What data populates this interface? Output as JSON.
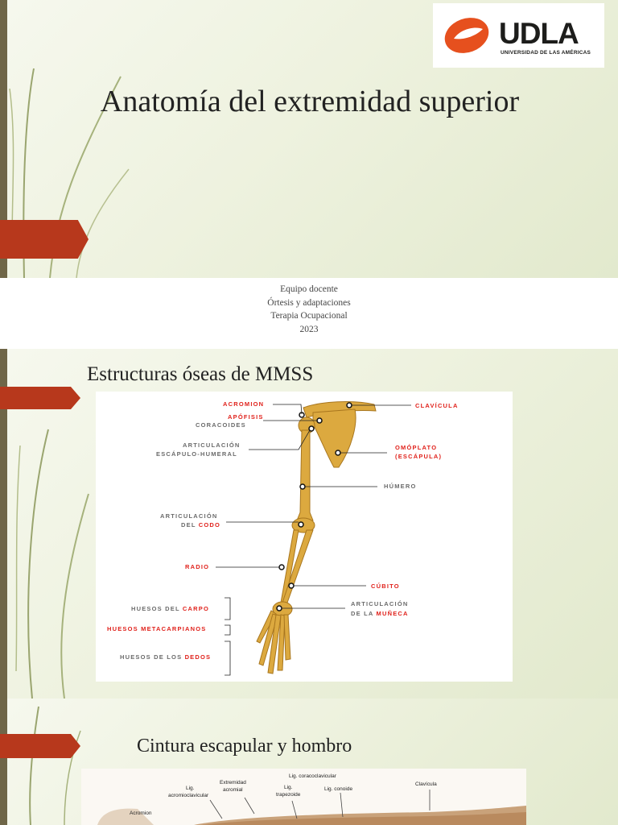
{
  "slide1": {
    "title": "Anatomía del extremidad superior",
    "logo": {
      "text": "UDLA",
      "subtitle": "UNIVERSIDAD DE LAS AMÉRICAS",
      "brand_color": "#e6501e"
    },
    "credits": [
      "Equipo docente",
      "Órtesis y adaptaciones",
      "Terapia Ocupacional",
      "2023"
    ]
  },
  "slide2": {
    "title": "Estructuras óseas de MMSS",
    "labels": {
      "acromion": "ACROMION",
      "apofisis": "APÓFISIS",
      "coracoides": "CORACOIDES",
      "artic_esc_1": "ARTICULACIÓN",
      "artic_esc_2": "ESCÁPULO-HUMERAL",
      "artic_codo_1": "ARTICULACIÓN",
      "artic_codo_del": "DEL ",
      "artic_codo_red": "CODO",
      "radio": "RADIO",
      "carpo_pre": "HUESOS DEL ",
      "carpo_red": "CARPO",
      "metacarpianos": "HUESOS METACARPIANOS",
      "dedos_pre": "HUESOS DE LOS ",
      "dedos_red": "DEDOS",
      "clavicula": "CLAVÍCULA",
      "omoplato_1": "OMÓPLATO",
      "omoplato_2": "(ESCÁPULA)",
      "humero": "HÚMERO",
      "cubito": "CÚBITO",
      "artic_muneca_1": "ARTICULACIÓN",
      "artic_muneca_pre": "DE LA ",
      "artic_muneca_red": "MUÑECA"
    }
  },
  "slide3": {
    "title": "Cintura escapular y hombro",
    "labels": {
      "lig_coracoclavicular": "Lig. coracoclavicular",
      "extremidad_1": "Extremidad",
      "extremidad_2": "acromial",
      "lig_acromio_1": "Lig.",
      "lig_acromio_2": "acromioclavicular",
      "lig_trap_1": "Lig.",
      "lig_trap_2": "trapezoide",
      "lig_conoide": "Lig. conoide",
      "clavicula": "Clavícula",
      "acromion": "Acromion"
    }
  },
  "colors": {
    "accent": "#b7381c",
    "label_red": "#e0211b",
    "bone": "#d9a73a"
  }
}
